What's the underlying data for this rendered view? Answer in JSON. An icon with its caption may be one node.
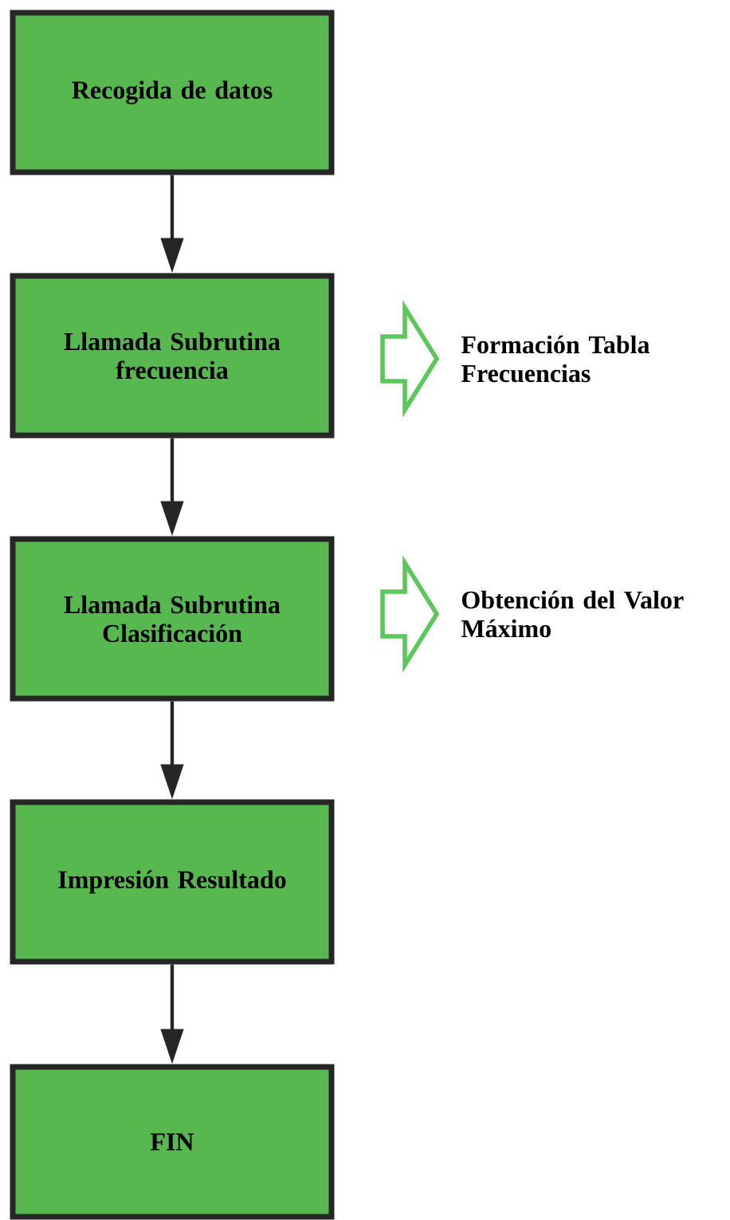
{
  "diagram": {
    "nodes": [
      {
        "text": [
          "Recogida de datos"
        ]
      },
      {
        "text": [
          "Llamada Subrutina frecuencia"
        ]
      },
      {
        "text": [
          "Llamada Subrutina Clasificación"
        ]
      },
      {
        "text": [
          "Impresión Resultado"
        ]
      },
      {
        "text": [
          "FIN"
        ]
      },
      {
        "text": [
          "Formación Tabla Frecuencias"
        ]
      },
      {
        "text": [
          "Obtención del Valor Máximo"
        ]
      }
    ],
    "edges": [
      {
        "from": 0,
        "to": 1,
        "arrow": "to"
      },
      {
        "from": 1,
        "to": 2,
        "arrow": "to"
      },
      {
        "from": 2,
        "to": 3,
        "arrow": "to"
      },
      {
        "from": 3,
        "to": 4,
        "arrow": "to"
      },
      {
        "from": 1,
        "to": 5,
        "arrow": "to",
        "color": "#5cc85c",
        "style": "thick"
      },
      {
        "from": 2,
        "to": 6,
        "arrow": "to",
        "color": "#5cc85c",
        "style": "thick"
      }
    ]
  }
}
